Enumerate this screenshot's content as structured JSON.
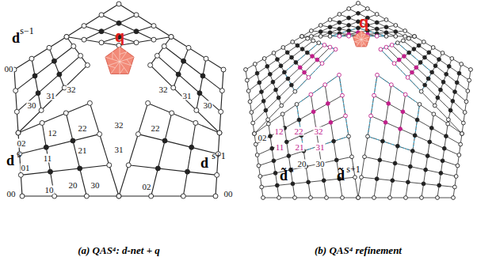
{
  "diagram": {
    "labels": [
      "d",
      "s−1",
      "00",
      "30",
      "31",
      "32",
      "32",
      "31",
      "30",
      "d",
      "s",
      "02",
      "01",
      "00",
      "11",
      "12",
      "22",
      "32",
      "22",
      "21",
      "31",
      "10",
      "20",
      "30",
      "02",
      "00",
      "d",
      "s+1",
      "q",
      "(a) QAS⁴: d-net + q",
      "q",
      "02",
      "12",
      "22",
      "32",
      "11",
      "21",
      "31",
      "20",
      "30",
      "d̃",
      "s",
      "d̃",
      "s+1",
      "(b) QAS⁴ refinement"
    ]
  }
}
